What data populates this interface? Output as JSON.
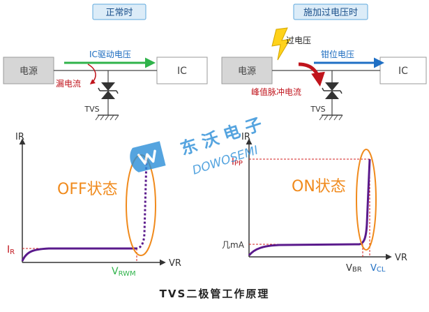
{
  "left_panel": {
    "header": "正常时",
    "source_label": "电源",
    "ic_label": "IC",
    "drive_label": "IC驱动电压",
    "leak_label": "漏电流",
    "tvs_label": "TVS"
  },
  "right_panel": {
    "header": "施加过电压时",
    "source_label": "电源",
    "ic_label": "IC",
    "overvoltage_label": "过电压",
    "clamp_label": "钳位电压",
    "peak_label": "峰值脉冲电流",
    "tvs_label": "TVS"
  },
  "left_graph": {
    "y_axis": "IR",
    "x_axis": "VR",
    "state_label": "OFF状态",
    "ir_main": "I",
    "ir_sub": "R",
    "vrwm_main": "V",
    "vrwm_sub": "RWM"
  },
  "right_graph": {
    "y_axis": "IR",
    "x_axis": "VR",
    "state_label": "ON状态",
    "ipp_main": "I",
    "ipp_sub": "PP",
    "ma_label": "几mA",
    "vbr_main": "V",
    "vbr_sub": "BR",
    "vcl_main": "V",
    "vcl_sub": "CL"
  },
  "watermark": {
    "cn": "东 沃 电 子",
    "en": "DOWOSEMI"
  },
  "caption": "TVS二极管工作原理",
  "colors": {
    "header_bg": "#dcecf8",
    "header_border": "#5ea8dd",
    "box_fill": "#d6d6d6",
    "green": "#2fb34a",
    "blue": "#1f6fc4",
    "red": "#c0141c",
    "orange": "#f08a1c",
    "purple": "#5a1a8c",
    "watermark": "#2b8ed8"
  }
}
